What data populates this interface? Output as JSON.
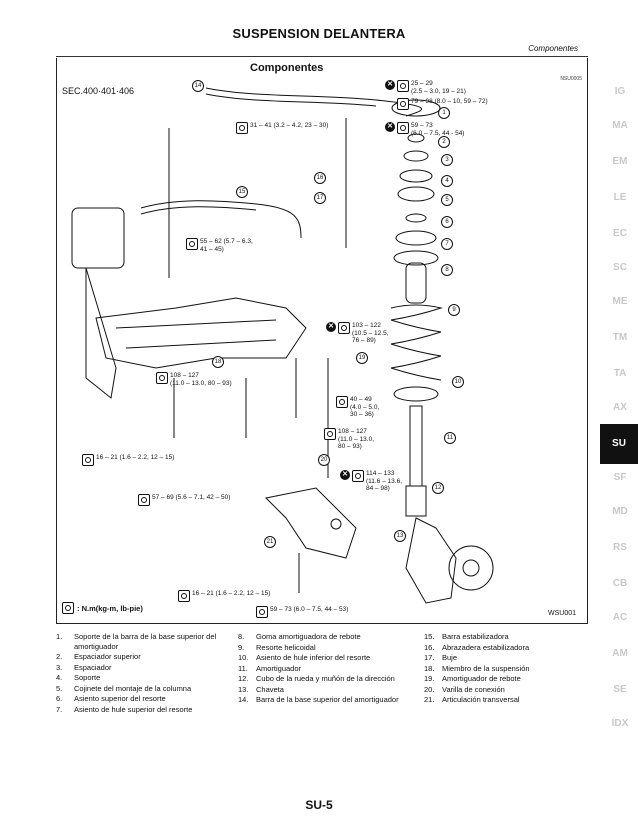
{
  "page": {
    "title": "SUSPENSION DELANTERA",
    "section": "Componentes",
    "number": "SU-5"
  },
  "diagram": {
    "title": "Componentes",
    "ref_code": "NSU0005",
    "sec": "SEC.400·401·406",
    "figure_code": "WSU001",
    "legend_units": ": N.m(kg-m, lb-pie)",
    "torques": [
      {
        "text": "25 – 29",
        "text2": "(2.5 – 3.0, 19 – 21)",
        "x": true
      },
      {
        "text": "79 – 98 (8.0 – 10, 59 – 72)",
        "text2": "",
        "x": false
      },
      {
        "text": "59 – 73",
        "text2": "(6.0 – 7.5, 44 - 54)",
        "x": true
      },
      {
        "text": "31 – 41 (3.2 – 4.2, 23 – 30)",
        "text2": "",
        "x": false
      },
      {
        "text": "55 – 62 (5.7 – 6.3,",
        "text2": "41 – 45)",
        "x": false
      },
      {
        "text": "103 – 122",
        "text2": "(10.5 – 12.5,",
        "text3": "76 – 89)",
        "x": true
      },
      {
        "text": "108 – 127",
        "text2": "(11.0 – 13.0, 80 – 93)",
        "x": false
      },
      {
        "text": "40 – 49",
        "text2": "(4.0 – 5.0,",
        "text3": "30 – 36)",
        "x": false
      },
      {
        "text": "108 – 127",
        "text2": "(11.0 – 13.0,",
        "text3": "80 – 93)",
        "x": false
      },
      {
        "text": "16 – 21 (1.6 – 2.2, 12 – 15)",
        "text2": "",
        "x": false
      },
      {
        "text": "114 – 133",
        "text2": "(11.6 – 13.6,",
        "text3": "84 – 98)",
        "x": true
      },
      {
        "text": "57 – 69 (5.6 – 7.1, 42 – 50)",
        "text2": "",
        "x": false
      },
      {
        "text": "16 – 21 (1.6 – 2.2, 12 – 15)",
        "text2": "",
        "x": false
      },
      {
        "text": "59 – 73 (6.0 – 7.5, 44 – 53)",
        "text2": "",
        "x": false
      }
    ],
    "callouts": [
      "1",
      "2",
      "3",
      "4",
      "5",
      "6",
      "7",
      "8",
      "9",
      "10",
      "11",
      "12",
      "13",
      "14",
      "15",
      "16",
      "17",
      "18",
      "19",
      "20",
      "21"
    ]
  },
  "tabs": [
    "IG",
    "MA",
    "EM",
    "LE",
    "EC",
    "SC",
    "ME",
    "TM",
    "TA",
    "AX",
    "SU",
    "SF",
    "MD",
    "RS",
    "CB",
    "AC",
    "AM",
    "SE",
    "IDX"
  ],
  "active_tab": "SU",
  "legend": {
    "col1": [
      {
        "n": "1.",
        "t": "Soporte de la barra de la base superior del amortiguador"
      },
      {
        "n": "2.",
        "t": "Espaciador superior"
      },
      {
        "n": "3.",
        "t": "Espaciador"
      },
      {
        "n": "4.",
        "t": "Soporte"
      },
      {
        "n": "5.",
        "t": "Cojinete del montaje de la columna"
      },
      {
        "n": "6.",
        "t": "Asiento superior del resorte"
      },
      {
        "n": "7.",
        "t": "Asiento de hule superior del resorte"
      }
    ],
    "col2": [
      {
        "n": "8.",
        "t": "Goma amortiguadora de rebote"
      },
      {
        "n": "9.",
        "t": "Resorte helicoidal"
      },
      {
        "n": "10.",
        "t": "Asiento de hule inferior del resorte"
      },
      {
        "n": "11.",
        "t": "Amortiguador"
      },
      {
        "n": "12.",
        "t": "Cubo de la rueda y muñón de la dirección"
      },
      {
        "n": "13.",
        "t": "Chaveta"
      },
      {
        "n": "14.",
        "t": "Barra de la base superior del amortiguador"
      }
    ],
    "col3": [
      {
        "n": "15.",
        "t": "Barra estabilizadora"
      },
      {
        "n": "16.",
        "t": "Abrazadera estabilizadora"
      },
      {
        "n": "17.",
        "t": "Buje"
      },
      {
        "n": "18.",
        "t": "Miembro de la suspensión"
      },
      {
        "n": "19.",
        "t": "Amortiguador de rebote"
      },
      {
        "n": "20.",
        "t": "Varilla de conexión"
      },
      {
        "n": "21.",
        "t": "Articulación transversal"
      }
    ]
  }
}
